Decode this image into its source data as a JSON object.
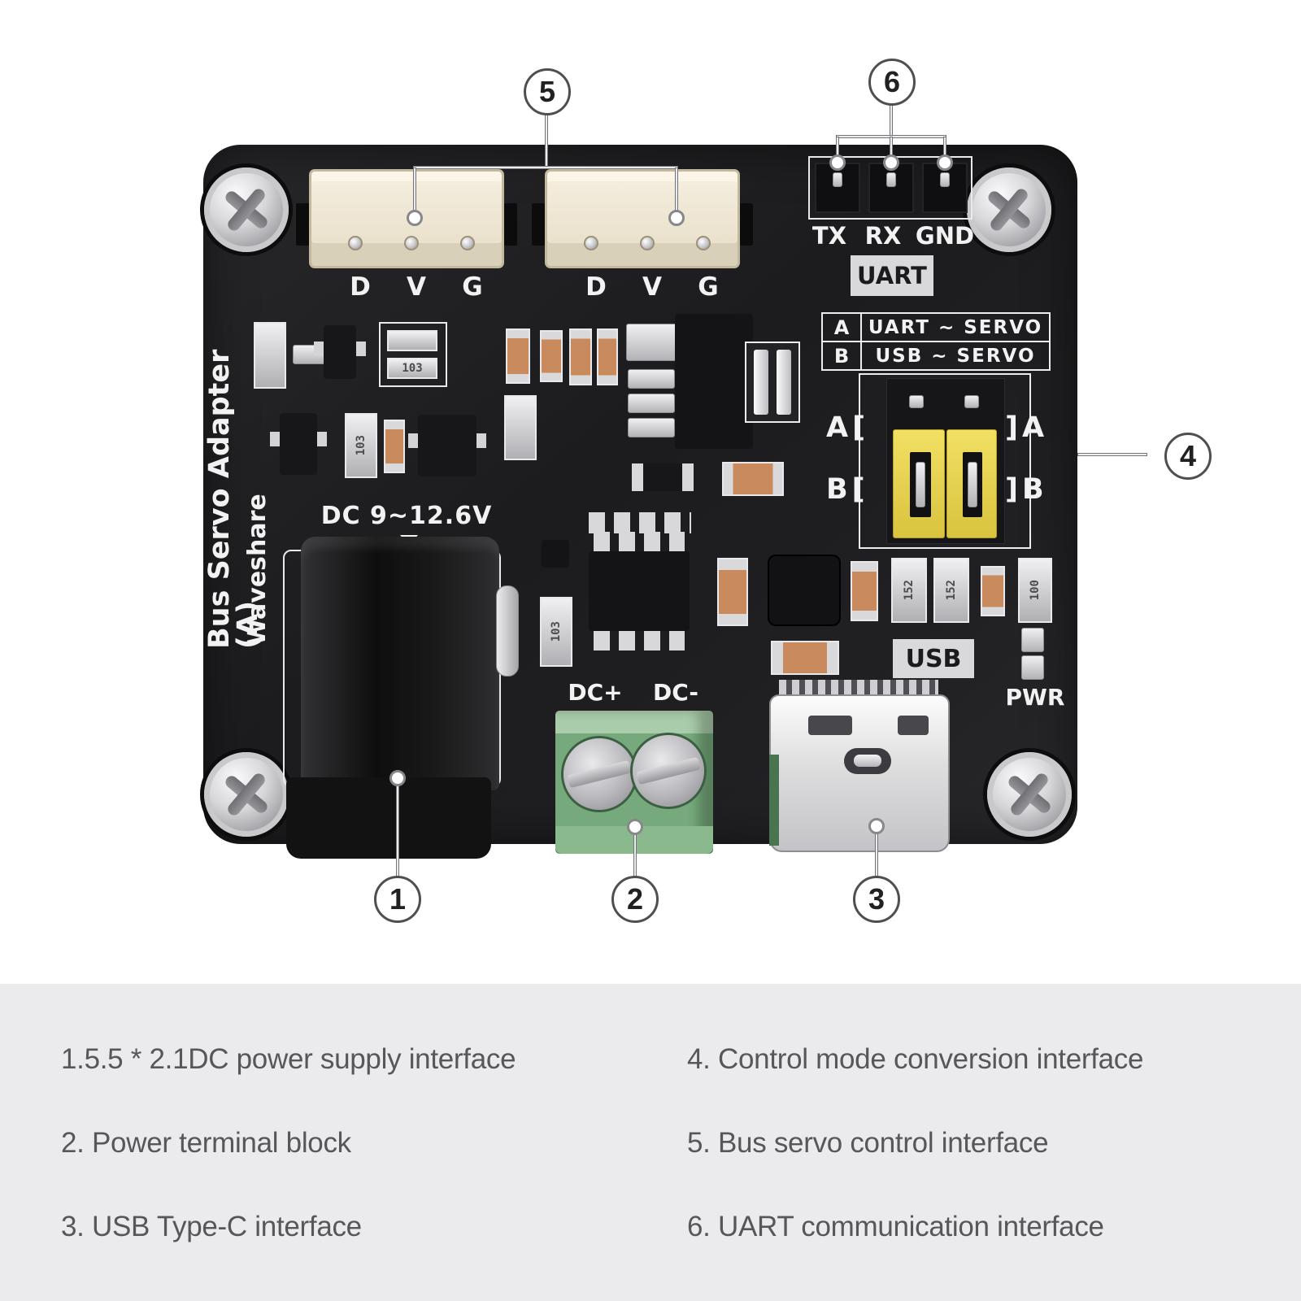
{
  "board": {
    "title": "Bus Servo Adapter (A)",
    "brand": "Waveshare",
    "dc_rating": "DC 9~12.6V",
    "servo_port_1": {
      "pins": [
        "D",
        "V",
        "G"
      ]
    },
    "servo_port_2": {
      "pins": [
        "D",
        "V",
        "G"
      ]
    },
    "uart_header": {
      "pins": [
        "TX",
        "RX",
        "GND"
      ],
      "label": "UART"
    },
    "usb_label": "USB",
    "pwr_label": "PWR",
    "terminal_labels": [
      "DC+",
      "DC-"
    ],
    "mode_table": {
      "row_a_key": "A",
      "row_a_value": "UART ~ SERVO",
      "row_b_key": "B",
      "row_b_value": "USB ~ SERVO"
    },
    "jumper": {
      "tl": "A[",
      "tr": "]A",
      "bl": "B[",
      "br": "]B"
    },
    "smd_markings": {
      "m103a": "103",
      "m103b": "103",
      "m103c": "103",
      "m152a": "152",
      "m152b": "152",
      "m100": "100"
    }
  },
  "callouts": {
    "c1": "1",
    "c2": "2",
    "c3": "3",
    "c4": "4",
    "c5": "5",
    "c6": "6"
  },
  "legend": {
    "left": [
      "1.5.5 * 2.1DC power supply interface",
      "2. Power terminal block",
      "3. USB Type-C interface"
    ],
    "right": [
      "4. Control mode conversion interface",
      "5. Bus servo control interface",
      "6. UART communication interface"
    ]
  },
  "colors": {
    "board_black": "#1d1d1f",
    "silkscreen": "#f2f2f2",
    "jumper_yellow": "#e8d44d",
    "terminal_green": "#74a87a",
    "connector_cream": "#ece3cf",
    "legend_bg": "#ebebed",
    "legend_text": "#57575a",
    "capacitor_tan": "#c98a5e"
  }
}
